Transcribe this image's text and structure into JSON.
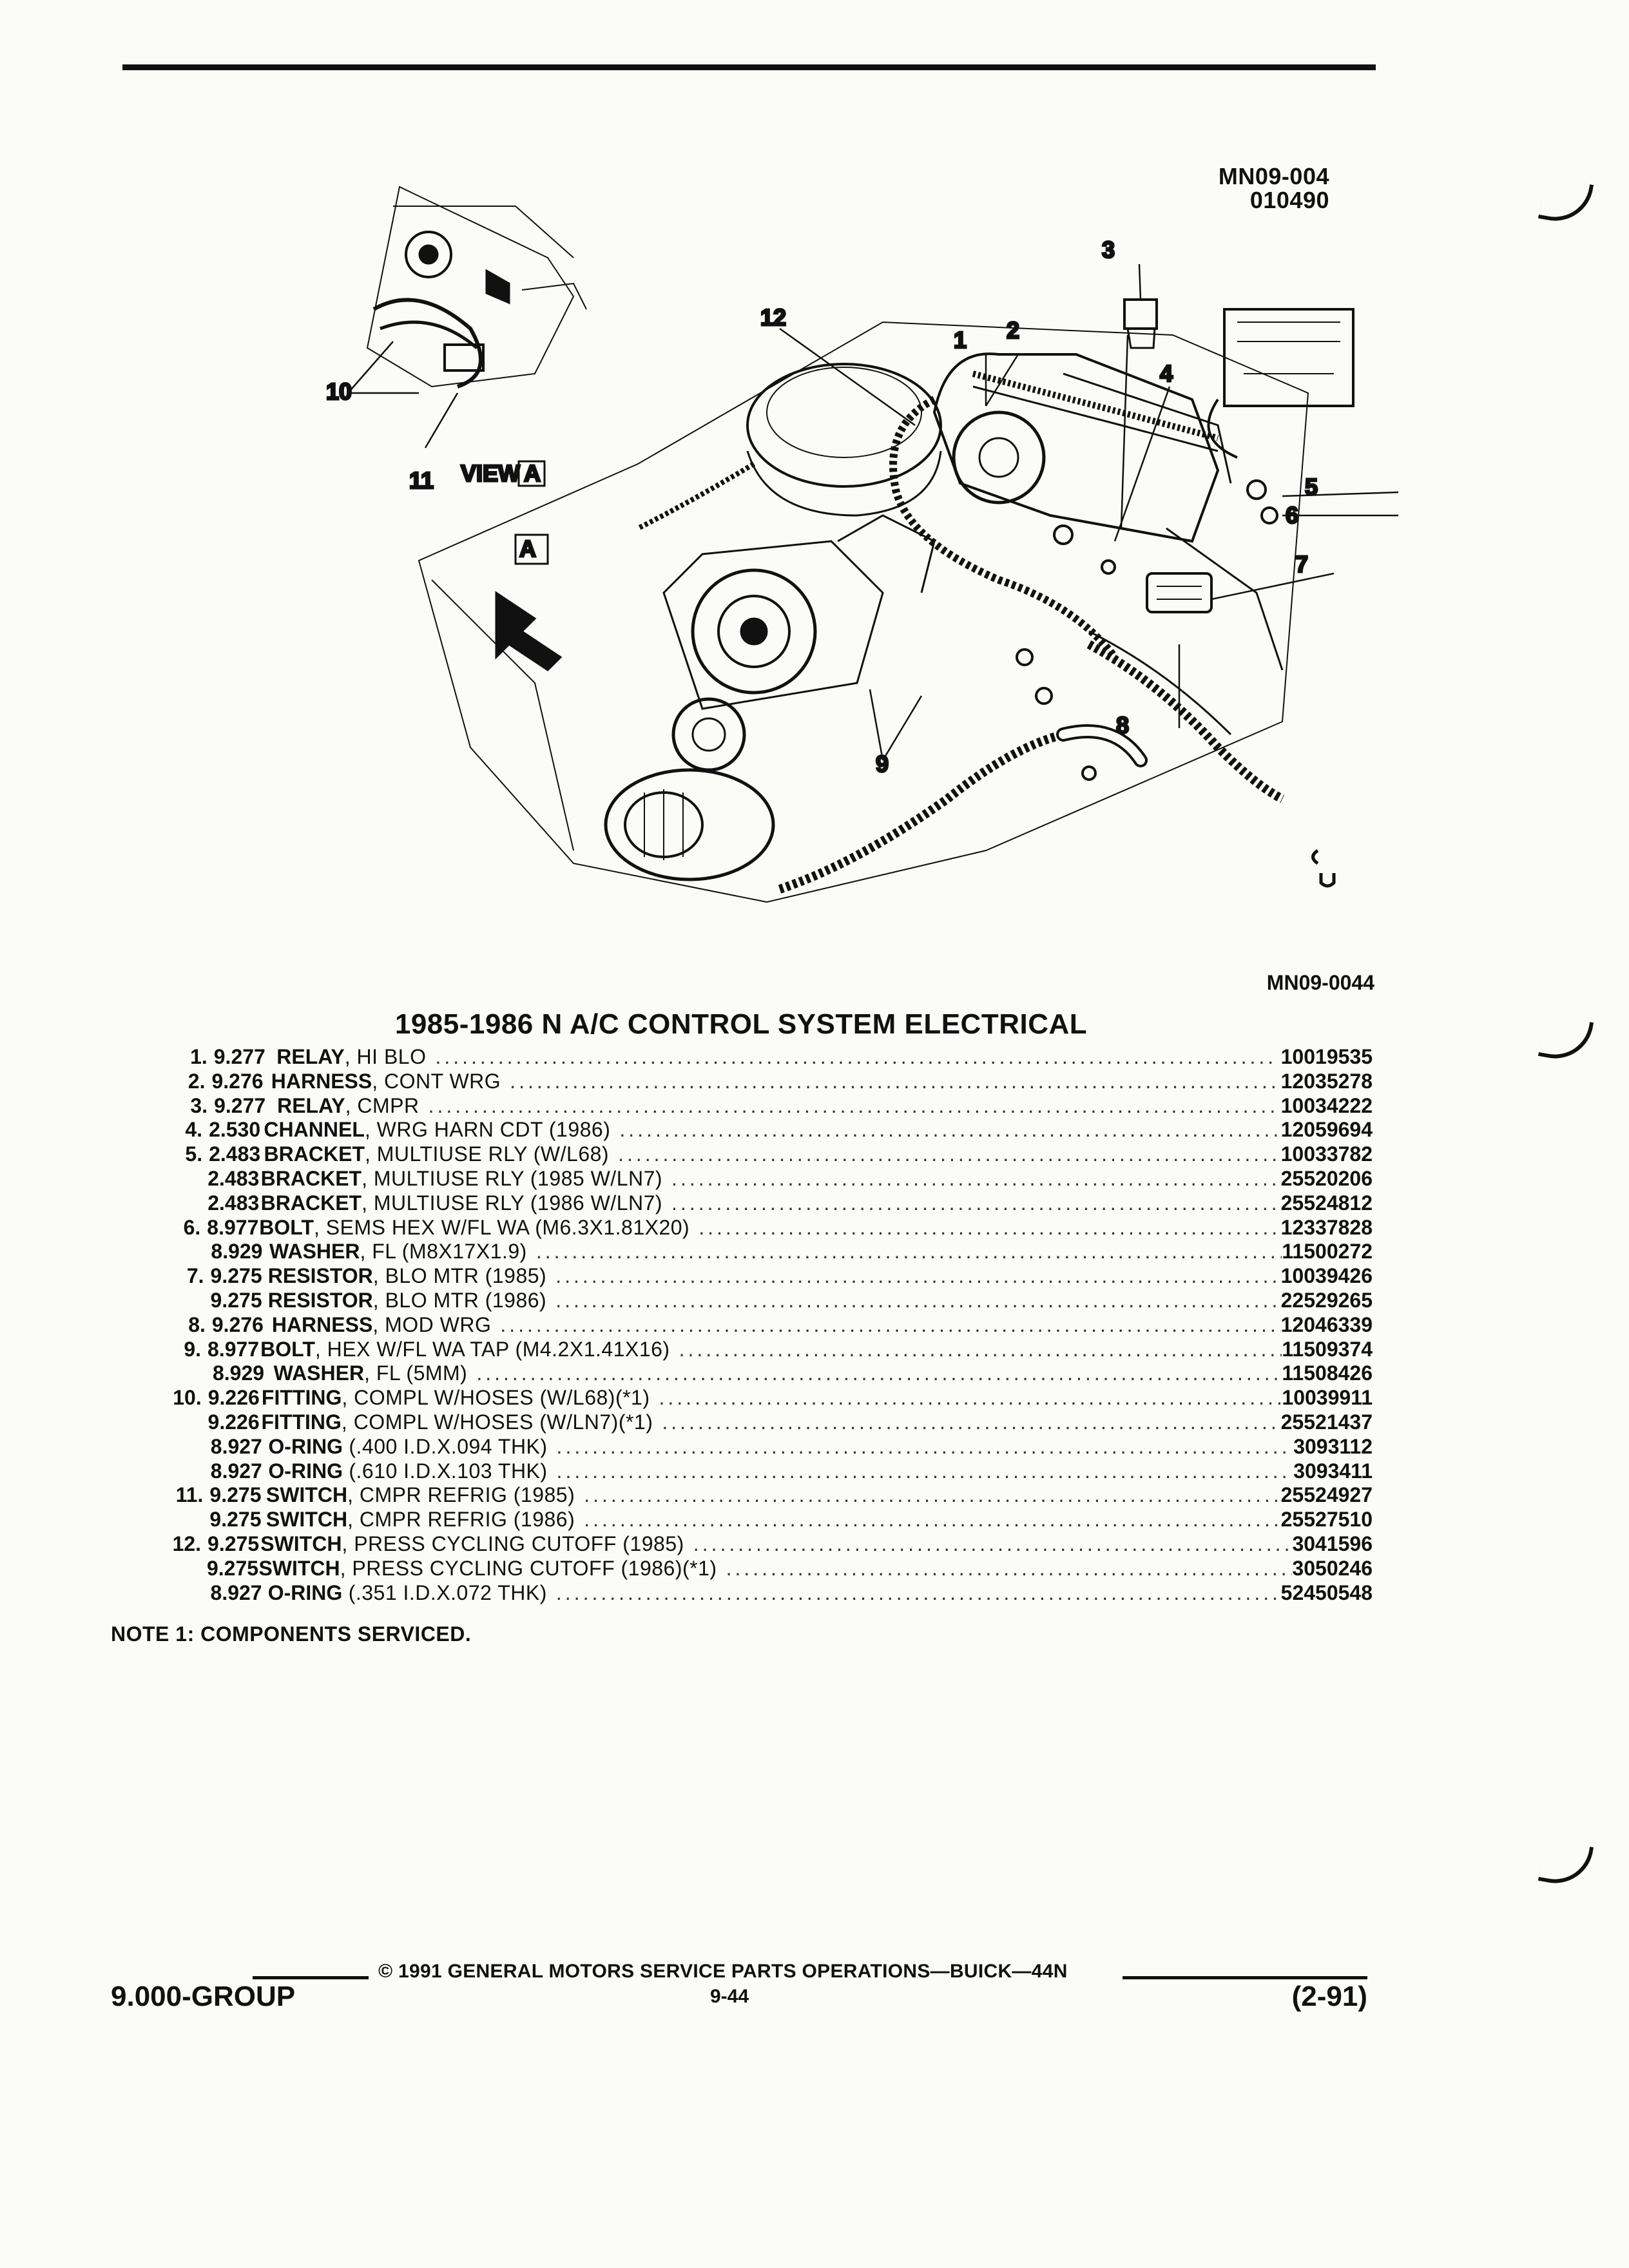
{
  "header": {
    "drawing_code": "MN09-004",
    "date_code": "010490"
  },
  "figure": {
    "code": "MN09-0044",
    "view_label": "VIEW",
    "view_letter": "A",
    "arrow_letter": "A",
    "callouts": [
      "1",
      "2",
      "3",
      "4",
      "5",
      "6",
      "7",
      "8",
      "9",
      "10",
      "11",
      "12"
    ]
  },
  "title": "1985-1986 N A/C CONTROL SYSTEM ELECTRICAL",
  "parts": [
    {
      "no": "1.",
      "group": "9.277",
      "name": "RELAY",
      "desc": ", HI BLO",
      "part": "10019535"
    },
    {
      "no": "2.",
      "group": "9.276",
      "name": "HARNESS",
      "desc": ", CONT WRG",
      "part": "12035278"
    },
    {
      "no": "3.",
      "group": "9.277",
      "name": "RELAY",
      "desc": ", CMPR",
      "part": "10034222"
    },
    {
      "no": "4.",
      "group": "2.530",
      "name": "CHANNEL",
      "desc": ", WRG HARN CDT (1986)",
      "part": "12059694"
    },
    {
      "no": "5.",
      "group": "2.483",
      "name": "BRACKET",
      "desc": ", MULTIUSE RLY (W/L68)",
      "part": "10033782"
    },
    {
      "no": "",
      "group": "2.483",
      "name": "BRACKET",
      "desc": ", MULTIUSE RLY (1985 W/LN7)",
      "part": "25520206"
    },
    {
      "no": "",
      "group": "2.483",
      "name": "BRACKET",
      "desc": ", MULTIUSE RLY (1986 W/LN7)",
      "part": "25524812"
    },
    {
      "no": "6.",
      "group": "8.977",
      "name": "BOLT",
      "desc": ", SEMS HEX W/FL WA (M6.3X1.81X20)",
      "part": "12337828"
    },
    {
      "no": "",
      "group": "8.929",
      "name": "WASHER",
      "desc": ", FL (M8X17X1.9)",
      "part": "11500272"
    },
    {
      "no": "7.",
      "group": "9.275",
      "name": "RESISTOR",
      "desc": ", BLO MTR (1985)",
      "part": "10039426"
    },
    {
      "no": "",
      "group": "9.275",
      "name": "RESISTOR",
      "desc": ", BLO MTR (1986)",
      "part": "22529265"
    },
    {
      "no": "8.",
      "group": "9.276",
      "name": "HARNESS",
      "desc": ", MOD WRG",
      "part": "12046339"
    },
    {
      "no": "9.",
      "group": "8.977",
      "name": "BOLT",
      "desc": ", HEX W/FL WA TAP (M4.2X1.41X16)",
      "part": "11509374"
    },
    {
      "no": "",
      "group": "8.929",
      "name": "WASHER",
      "desc": ", FL (5MM)",
      "part": "11508426"
    },
    {
      "no": "10.",
      "group": "9.226",
      "name": "FITTING",
      "desc": ", COMPL W/HOSES (W/L68)(*1)",
      "part": "10039911"
    },
    {
      "no": "",
      "group": "9.226",
      "name": "FITTING",
      "desc": ", COMPL W/HOSES (W/LN7)(*1)",
      "part": "25521437"
    },
    {
      "no": "",
      "group": "8.927",
      "name": "O-RING",
      "desc": " (.400 I.D.X.094 THK)",
      "part": "3093112"
    },
    {
      "no": "",
      "group": "8.927",
      "name": "O-RING",
      "desc": " (.610 I.D.X.103 THK)",
      "part": "3093411"
    },
    {
      "no": "11.",
      "group": "9.275",
      "name": "SWITCH",
      "desc": ", CMPR REFRIG (1985)",
      "part": "25524927"
    },
    {
      "no": "",
      "group": "9.275",
      "name": "SWITCH",
      "desc": ", CMPR REFRIG (1986)",
      "part": "25527510"
    },
    {
      "no": "12.",
      "group": "9.275",
      "name": "SWITCH",
      "desc": ", PRESS CYCLING CUTOFF (1985)",
      "part": "3041596"
    },
    {
      "no": "",
      "group": "9.275",
      "name": "SWITCH",
      "desc": ", PRESS CYCLING CUTOFF (1986)(*1)",
      "part": "3050246"
    },
    {
      "no": "",
      "group": "8.927",
      "name": "O-RING",
      "desc": " (.351 I.D.X.072 THK)",
      "part": "52450548"
    }
  ],
  "note": "NOTE 1: COMPONENTS SERVICED.",
  "footer": {
    "group": "9.000-GROUP",
    "copyright": "© 1991 GENERAL MOTORS SERVICE PARTS OPERATIONS—BUICK—44N",
    "page": "9-44",
    "revision": "(2-91)"
  }
}
